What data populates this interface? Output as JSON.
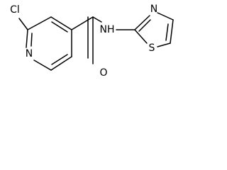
{
  "atoms": {
    "chlorine": "Cl",
    "pyridine_nitrogen": "N",
    "carbonyl_oxygen": "O",
    "amide_nh": "NH",
    "thiazole_nitrogen": "N",
    "thiazole_sulfur": "S"
  }
}
